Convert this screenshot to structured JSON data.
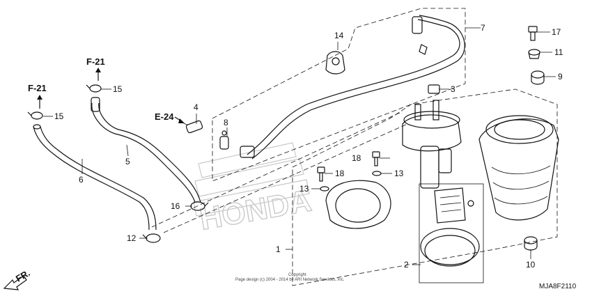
{
  "callouts": {
    "c1": "1",
    "c2": "2",
    "c3": "3",
    "c4": "4",
    "c5": "5",
    "c6": "6",
    "c7": "7",
    "c8": "8",
    "c9": "9",
    "c10": "10",
    "c11": "11",
    "c12": "12",
    "c13a": "13",
    "c13b": "13",
    "c14": "14",
    "c15a": "15",
    "c15b": "15",
    "c16": "16",
    "c17": "17",
    "c18a": "18",
    "c18b": "18"
  },
  "references": {
    "f21a": "F-21",
    "f21b": "F-21",
    "e24": "E-24"
  },
  "direction": "FR.",
  "diagram_code": "MJA8F2110",
  "copyright": {
    "line1": "Copyright",
    "line2": "Page design (c) 2004 - 2014 by ARI Network Services, Inc."
  },
  "watermark_brand": "HONDA",
  "icons": [
    "arrow-up-icon",
    "arrow-right-icon",
    "front-direction-arrow-icon"
  ]
}
